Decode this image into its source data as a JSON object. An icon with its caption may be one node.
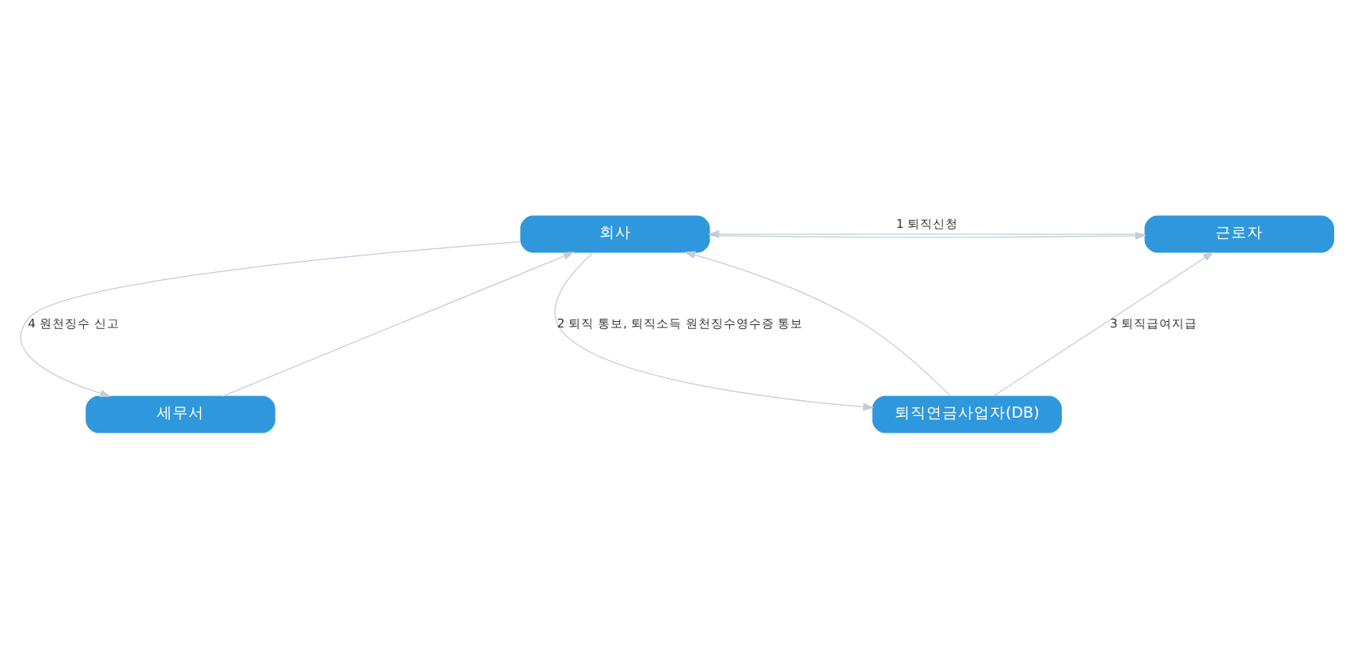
{
  "diagram": {
    "nodes": [
      {
        "text": [
          "회사"
        ]
      },
      {
        "text": [
          "근로자"
        ]
      },
      {
        "text": [
          "세무서"
        ]
      },
      {
        "text": [
          "퇴직연금사업자(DB)"
        ]
      }
    ],
    "edges": [
      {
        "from": 1,
        "to": 0,
        "arrow": "to",
        "label": "1 퇴직신청"
      },
      {
        "from": 0,
        "to": 1,
        "arrow": "to"
      },
      {
        "from": 3,
        "to": 0,
        "arrow": "to"
      },
      {
        "from": 0,
        "to": 3,
        "arrow": "to",
        "label": "2 퇴직 통보, 퇴직소득 원천징수영수증 통보"
      },
      {
        "from": 3,
        "to": 1,
        "arrow": "to",
        "label": "3 퇴직급여지급"
      },
      {
        "from": 0,
        "to": 2,
        "arrow": "to",
        "label": "4 원천징수 신고"
      },
      {
        "from": 2,
        "to": 0,
        "arrow": "to"
      }
    ]
  }
}
